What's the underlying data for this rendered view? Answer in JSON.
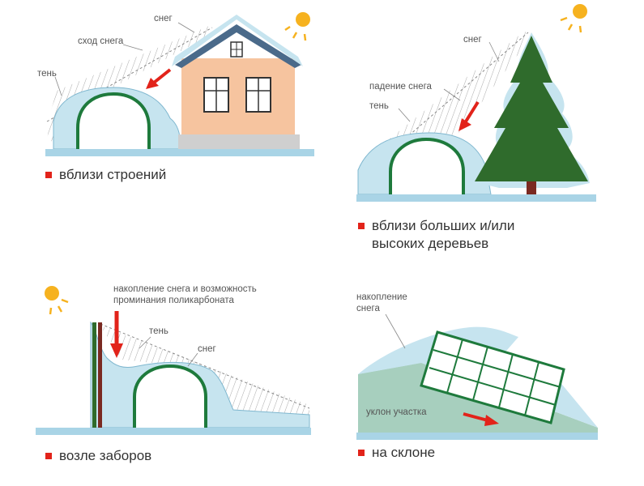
{
  "colors": {
    "snow": "#c6e4ef",
    "ground": "#a9d4e6",
    "arch": "#1e7a3c",
    "house_wall": "#f6c49f",
    "tree": "#2f6b2c",
    "trunk": "#7a2a22",
    "arrow": "#e2231a",
    "slope": "#a7cfbe",
    "sun": "#f6b21f"
  },
  "icons": [
    "sun-icon",
    "red-arrow-icon",
    "house-icon",
    "fir-tree-icon",
    "greenhouse-arch-icon",
    "fence-icon"
  ],
  "panels": {
    "buildings": {
      "caption": "вблизи строений",
      "labels": {
        "snow": "снег",
        "snow_slide": "сход снега",
        "shadow": "тень"
      }
    },
    "trees": {
      "caption_line1": "вблизи больших и/или",
      "caption_line2": "высоких деревьев",
      "labels": {
        "snow": "снег",
        "snow_fall": "падение снега",
        "shadow": "тень"
      }
    },
    "fences": {
      "caption": "возле заборов",
      "labels": {
        "accumulation_line1": "накопление снега и возможность",
        "accumulation_line2": "проминания поликарбоната",
        "shadow": "тень",
        "snow": "снег"
      }
    },
    "slope": {
      "caption": "на склоне",
      "labels": {
        "accumulation_line1": "накопление",
        "accumulation_line2": "снега",
        "slope_grade": "уклон участка"
      }
    }
  }
}
